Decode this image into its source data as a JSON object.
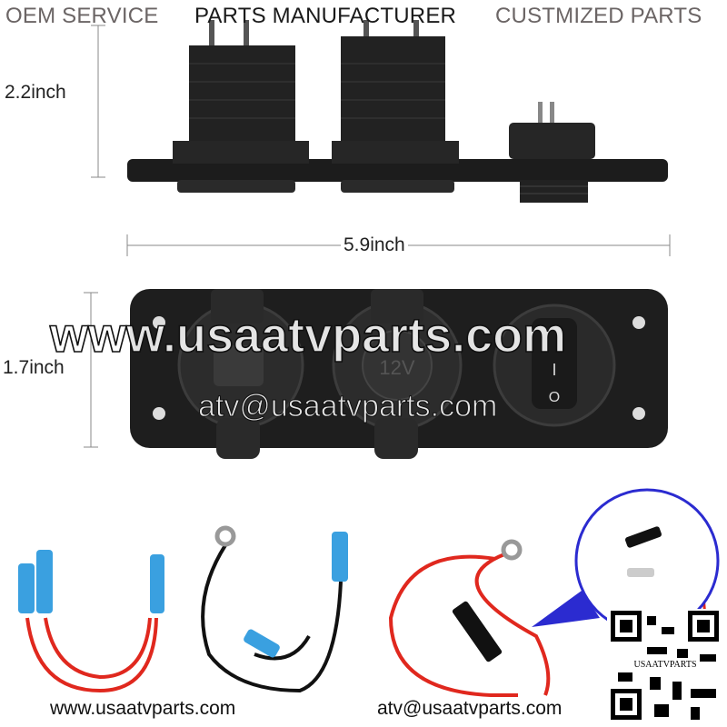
{
  "header": {
    "left": "OEM SERVICE",
    "center": "PARTS MANUFACTURER",
    "right": "CUSTMIZED PARTS"
  },
  "dimensions": {
    "height_side": "2.2inch",
    "width": "5.9inch",
    "height_front": "1.7inch"
  },
  "panel": {
    "socket_label": "12V",
    "switch_on": "I",
    "switch_off": "O"
  },
  "watermark": {
    "website": "www.usaatvparts.com",
    "email": "atv@usaatvparts.com"
  },
  "qr": {
    "label": "USAATVPARTS"
  },
  "footer": {
    "website": "www.usaatvparts.com",
    "email": "atv@usaatvparts.com"
  },
  "colors": {
    "header_gray": "#6b6565",
    "header_dark": "#1a1a1a",
    "wire_red": "#e0281e",
    "terminal_blue": "#3aa0e0",
    "inset_blue": "#2b2bd0"
  }
}
